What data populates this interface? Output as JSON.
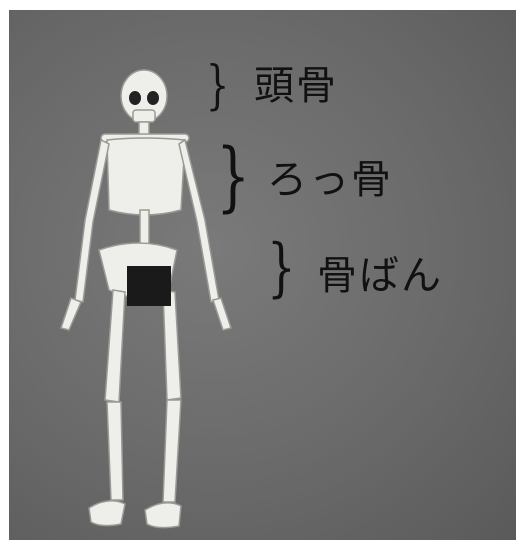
{
  "labels": {
    "skull": "頭骨",
    "ribs": "ろっ骨",
    "pelvis": "骨ばん"
  },
  "brace": "}",
  "colors": {
    "background": "#6a6a6a",
    "bone": "#eeeeea",
    "ink": "#111111"
  }
}
